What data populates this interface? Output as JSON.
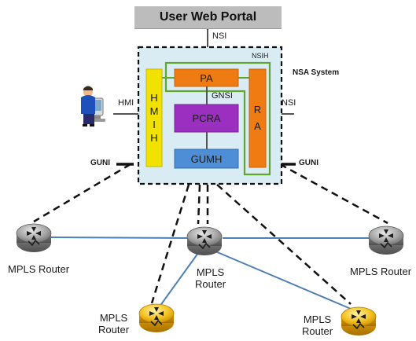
{
  "portal": {
    "label": "User Web Portal"
  },
  "interfaces": {
    "nsi_top": "NSI",
    "nsih": "NSIH",
    "nsa_system": "NSA System",
    "hmi": "HMI",
    "gnsi": "GNSI",
    "nsi_right": "NSI",
    "guni_left": "GUNI",
    "guni_right": "GUNI"
  },
  "modules": {
    "hmih": [
      "H",
      "M",
      "I",
      "H"
    ],
    "pa": "PA",
    "pcra": "PCRA",
    "gumh": "GUMH",
    "ra": [
      "R",
      "A"
    ]
  },
  "routers": [
    {
      "id": "left",
      "lines": [
        "MPLS Router"
      ],
      "type": "grey"
    },
    {
      "id": "center",
      "lines": [
        "MPLS",
        "Router"
      ],
      "type": "grey"
    },
    {
      "id": "right",
      "lines": [
        "MPLS Router"
      ],
      "type": "grey"
    },
    {
      "id": "bottom-left",
      "lines": [
        "MPLS",
        "Router"
      ],
      "type": "gold"
    },
    {
      "id": "bottom-right",
      "lines": [
        "MPLS",
        "Router"
      ],
      "type": "gold"
    }
  ],
  "colors": {
    "portal": "#bcbcbc",
    "nsa_bg": "#d9ecf3",
    "hmih": "#f2e200",
    "pa": "#ef7b13",
    "pcra": "#9b2fbf",
    "gumh": "#4e8ed6",
    "ra": "#ef7b13",
    "nsih_border": "#5fa62c",
    "link": "#4f7fb5",
    "router_grey": "#8d8d8d",
    "router_gold": "#f0b400"
  }
}
